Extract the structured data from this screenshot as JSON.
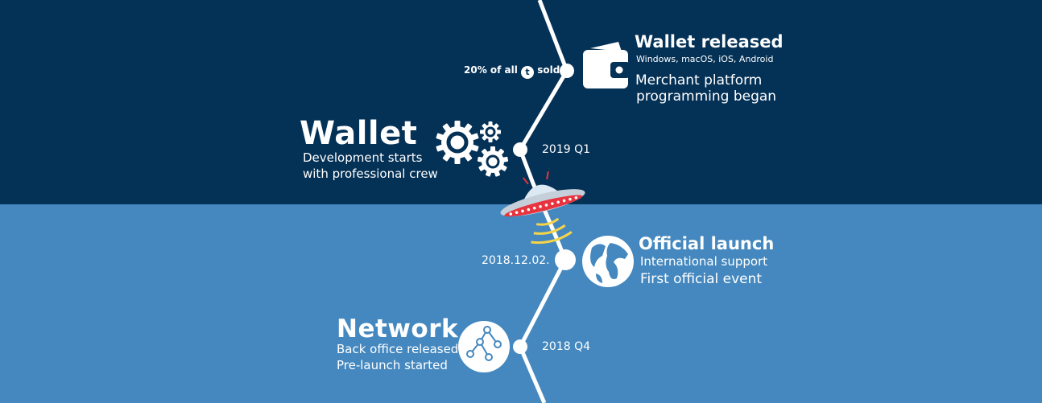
{
  "colors": {
    "top_bg": "#043156",
    "bottom_bg": "#4488bf",
    "line": "#ffffff",
    "ufo_accent": "#e8343f",
    "beam": "#f6d44a"
  },
  "top": {
    "sold_note": {
      "prefix": "20% of all",
      "token_glyph": "t",
      "suffix": "sold"
    },
    "wallet_released": {
      "title": "Wallet released",
      "platforms": "Windows, macOS, iOS, Android",
      "line1": "Merchant platform",
      "line2": "programming began",
      "icon": "wallet-icon"
    },
    "wallet_dev": {
      "title": "Wallet",
      "line1": "Development starts",
      "line2": "with professional crew",
      "date": "2019 Q1",
      "icon": "gears-icon"
    }
  },
  "bottom": {
    "launch": {
      "date": "2018.12.02.",
      "title": "Official launch",
      "line1": "International support",
      "line2": "First official event",
      "icon": "globe-icon"
    },
    "network": {
      "title": "Network",
      "line1": "Back office released",
      "line2": "Pre-launch started",
      "date": "2018 Q4",
      "icon": "network-icon"
    }
  },
  "decor": {
    "ufo_icon": "ufo-icon"
  }
}
